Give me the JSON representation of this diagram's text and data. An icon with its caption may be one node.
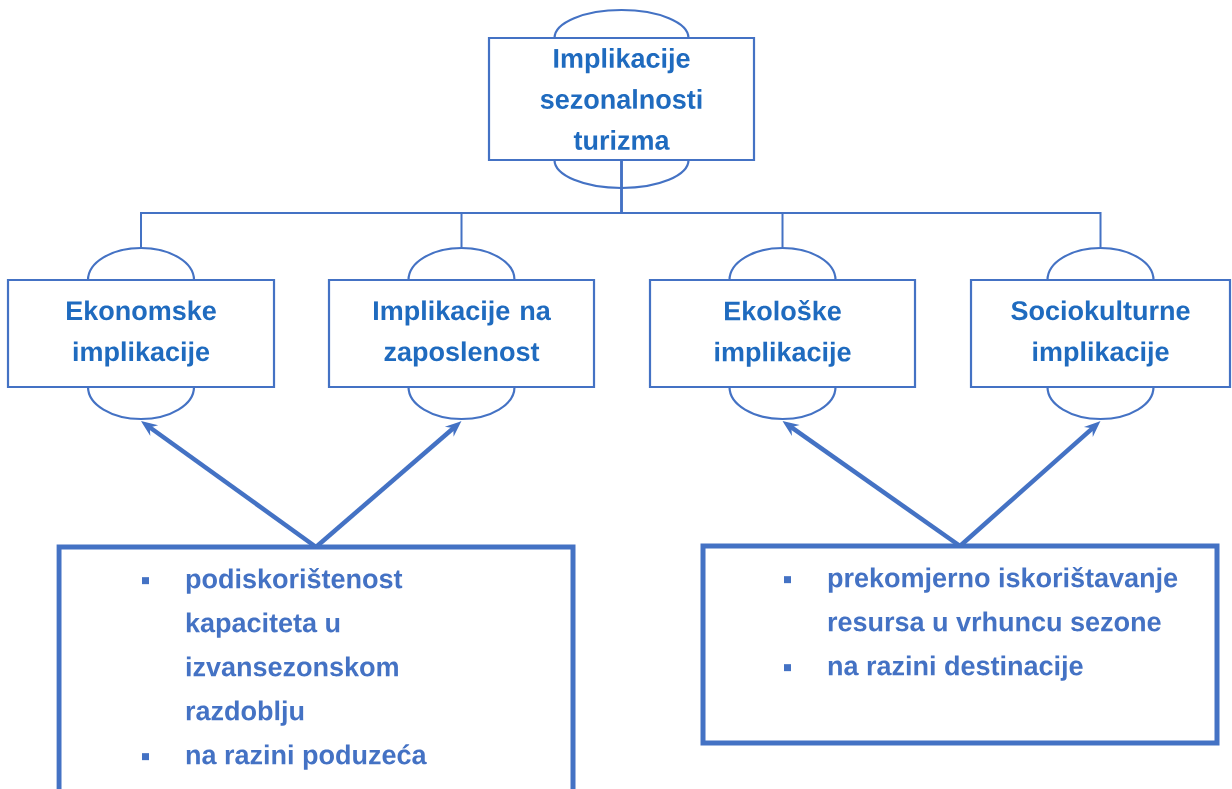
{
  "diagram": {
    "nodes": [
      {
        "text": [
          "Implikacije sezonalnosti turizma"
        ]
      },
      {
        "text": [
          "Ekonomske implikacije"
        ]
      },
      {
        "text": [
          "Implikacije na zaposlenost"
        ]
      },
      {
        "text": [
          "Ekološke implikacije"
        ]
      },
      {
        "text": [
          "Sociokulturne implikacije"
        ]
      },
      {
        "text": [
          "podiskorištenost kapaciteta u izvansezonskom razdoblju",
          "na razini poduzeća"
        ]
      },
      {
        "text": [
          "prekomjerno iskorištavanje resursa u vrhuncu sezone",
          "na razini destinacije"
        ]
      }
    ],
    "edges": [
      {
        "from": 0,
        "to": 1,
        "arrow": "none"
      },
      {
        "from": 0,
        "to": 2,
        "arrow": "none"
      },
      {
        "from": 0,
        "to": 3,
        "arrow": "none"
      },
      {
        "from": 0,
        "to": 4,
        "arrow": "none"
      },
      {
        "from": 5,
        "to": 1,
        "arrow": "to",
        "style": "thick"
      },
      {
        "from": 5,
        "to": 2,
        "arrow": "to",
        "style": "thick"
      },
      {
        "from": 6,
        "to": 3,
        "arrow": "to",
        "style": "thick"
      },
      {
        "from": 6,
        "to": 4,
        "arrow": "to",
        "style": "thick"
      }
    ]
  }
}
